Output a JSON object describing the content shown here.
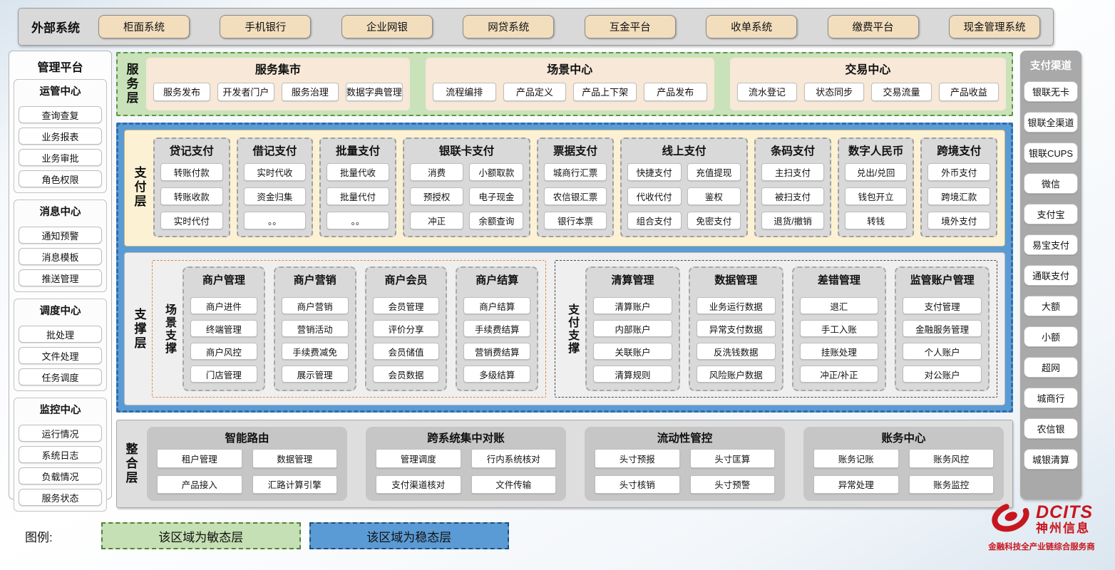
{
  "external_systems": {
    "label": "外部系统",
    "items": [
      "柜面系统",
      "手机银行",
      "企业网银",
      "网贷系统",
      "互金平台",
      "收单系统",
      "缴费平台",
      "现金管理系统"
    ]
  },
  "management_platform": {
    "title": "管理平台",
    "groups": [
      {
        "title": "运管中心",
        "items": [
          "查询查复",
          "业务报表",
          "业务审批",
          "角色权限"
        ]
      },
      {
        "title": "消息中心",
        "items": [
          "通知预警",
          "消息模板",
          "推送管理"
        ]
      },
      {
        "title": "调度中心",
        "items": [
          "批处理",
          "文件处理",
          "任务调度"
        ]
      },
      {
        "title": "监控中心",
        "items": [
          "运行情况",
          "系统日志",
          "负载情况",
          "服务状态"
        ]
      }
    ]
  },
  "service_layer": {
    "label": "服务层",
    "panels": [
      {
        "title": "服务集市",
        "items": [
          "服务发布",
          "开发者门户",
          "服务治理",
          "数据字典管理"
        ]
      },
      {
        "title": "场景中心",
        "items": [
          "流程编排",
          "产品定义",
          "产品上下架",
          "产品发布"
        ]
      },
      {
        "title": "交易中心",
        "items": [
          "流水登记",
          "状态同步",
          "交易流量",
          "产品收益"
        ]
      }
    ]
  },
  "payment_layer": {
    "label": "支付层",
    "columns": [
      {
        "title": "贷记支付",
        "cols": 1,
        "items": [
          "转账付款",
          "转账收款",
          "实时代付"
        ]
      },
      {
        "title": "借记支付",
        "cols": 1,
        "items": [
          "实时代收",
          "资金归集",
          "。。"
        ]
      },
      {
        "title": "批量支付",
        "cols": 1,
        "items": [
          "批量代收",
          "批量代付",
          "。。"
        ]
      },
      {
        "title": "银联卡支付",
        "cols": 2,
        "items": [
          "消费",
          "小额取款",
          "预授权",
          "电子现金",
          "冲正",
          "余额查询"
        ]
      },
      {
        "title": "票据支付",
        "cols": 1,
        "items": [
          "城商行汇票",
          "农信银汇票",
          "银行本票"
        ]
      },
      {
        "title": "线上支付",
        "cols": 2,
        "items": [
          "快捷支付",
          "充值提现",
          "代收代付",
          "鉴权",
          "组合支付",
          "免密支付"
        ]
      },
      {
        "title": "条码支付",
        "cols": 1,
        "items": [
          "主扫支付",
          "被扫支付",
          "退货/撤销"
        ]
      },
      {
        "title": "数字人民币",
        "cols": 1,
        "items": [
          "兑出/兑回",
          "钱包开立",
          "转钱"
        ]
      },
      {
        "title": "跨境支付",
        "cols": 1,
        "items": [
          "外币支付",
          "跨境汇款",
          "境外支付"
        ]
      }
    ]
  },
  "support_layer": {
    "label": "支撑层",
    "groups": [
      {
        "label": "场景支撑",
        "columns": [
          {
            "title": "商户管理",
            "items": [
              "商户进件",
              "终端管理",
              "商户风控",
              "门店管理"
            ]
          },
          {
            "title": "商户营销",
            "items": [
              "商户营销",
              "营销活动",
              "手续费减免",
              "展示管理"
            ]
          },
          {
            "title": "商户会员",
            "items": [
              "会员管理",
              "评价分享",
              "会员储值",
              "会员数据"
            ]
          },
          {
            "title": "商户结算",
            "items": [
              "商户结算",
              "手续费结算",
              "营销费结算",
              "多级结算"
            ]
          }
        ]
      },
      {
        "label": "支付支撑",
        "columns": [
          {
            "title": "清算管理",
            "items": [
              "清算账户",
              "内部账户",
              "关联账户",
              "清算规则"
            ]
          },
          {
            "title": "数据管理",
            "items": [
              "业务运行数据",
              "异常支付数据",
              "反洗钱数据",
              "风险账户数据"
            ]
          },
          {
            "title": "差错管理",
            "items": [
              "退汇",
              "手工入账",
              "挂账处理",
              "冲正/补正"
            ]
          },
          {
            "title": "监管账户管理",
            "items": [
              "支付管理",
              "金融服务管理",
              "个人账户",
              "对公账户"
            ]
          }
        ]
      }
    ]
  },
  "integration_layer": {
    "label": "整合层",
    "panels": [
      {
        "title": "智能路由",
        "items": [
          "租户管理",
          "数据管理",
          "产品接入",
          "汇路计算引擎"
        ]
      },
      {
        "title": "跨系统集中对账",
        "items": [
          "管理调度",
          "行内系统核对",
          "支付渠道核对",
          "文件传输"
        ]
      },
      {
        "title": "流动性管控",
        "items": [
          "头寸预报",
          "头寸匡算",
          "头寸核销",
          "头寸预警"
        ]
      },
      {
        "title": "账务中心",
        "items": [
          "账务记账",
          "账务风控",
          "异常处理",
          "账务监控"
        ]
      }
    ]
  },
  "payment_channels": {
    "title": "支付渠道",
    "items": [
      "银联无卡",
      "银联全渠道",
      "银联CUPS",
      "微信",
      "支付宝",
      "易宝支付",
      "通联支付",
      "大额",
      "小额",
      "超网",
      "城商行",
      "农信银",
      "城银清算"
    ]
  },
  "legend": {
    "label": "图例:",
    "agile": "该区域为敏态层",
    "stable": "该区域为稳态层"
  },
  "logo": {
    "brand": "DCITS",
    "name": "神州信息",
    "tagline": "金融科技全产业链综合服务商"
  },
  "colors": {
    "agile_green": "#c9e2ba",
    "stable_blue": "#5b9bd5",
    "payment_cream": "#fcf2d3",
    "panel_gray": "#d9d9d9",
    "external_tan": "#f2ddbd",
    "brand_red": "#c8161e"
  }
}
